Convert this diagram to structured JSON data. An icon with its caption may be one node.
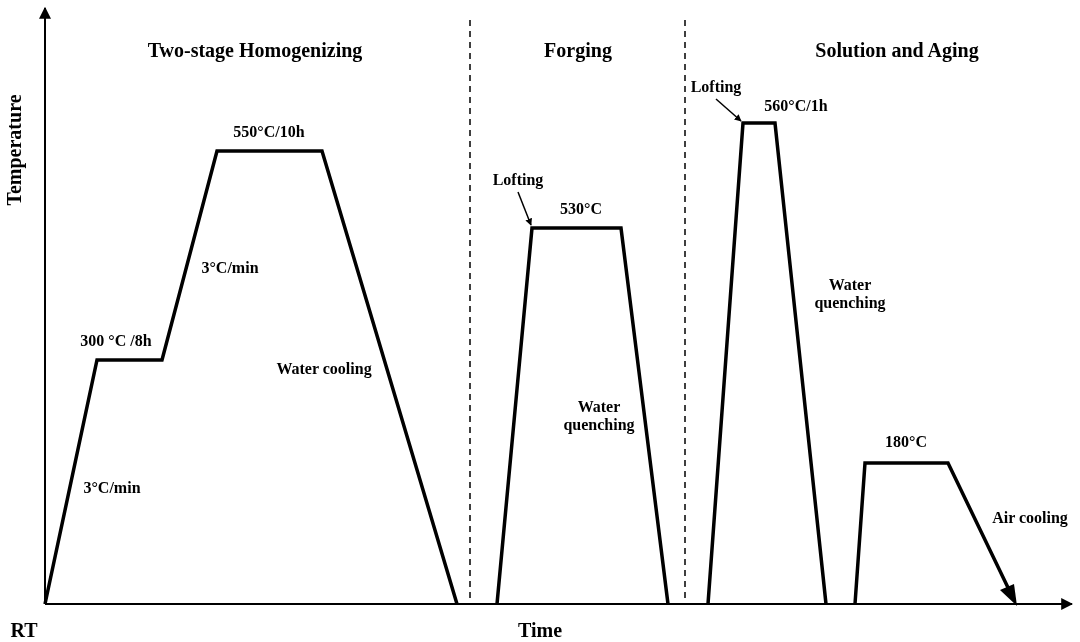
{
  "diagram": {
    "nodes": [
      {
        "text": [
          "Lofting"
        ]
      },
      {
        "text": [
          "Lofting"
        ]
      }
    ],
    "edges": [
      {
        "from": 0,
        "to": null,
        "arrow": "to"
      },
      {
        "from": 1,
        "to": null,
        "arrow": "to"
      }
    ],
    "labels": [
      "Two-stage Homogenizing",
      "Forging",
      "Solution and Aging",
      "Temperature",
      "560°C/1h",
      "550°C/10h",
      "530°C",
      "3°C/min",
      "Water quenching",
      "300 °C /8h",
      "Water cooling",
      "Water quenching",
      "3°C/min",
      "180°C",
      "Air cooling",
      "RT",
      "Time"
    ]
  }
}
